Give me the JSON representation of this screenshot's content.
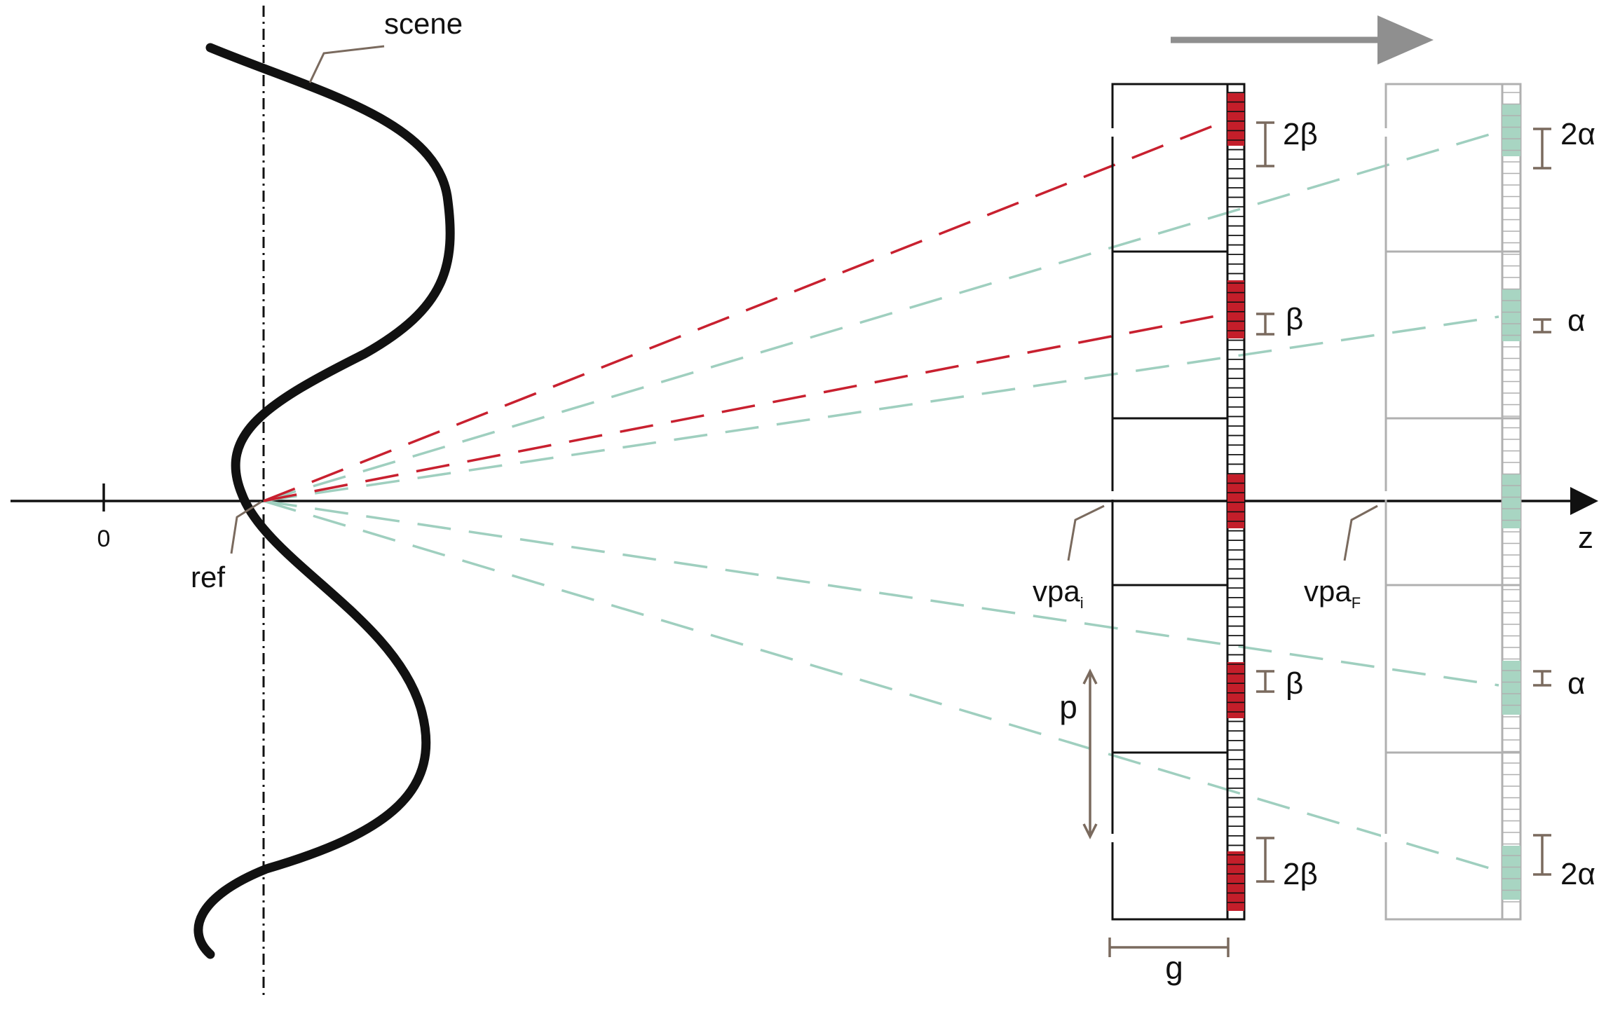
{
  "labels": {
    "scene": "scene",
    "ref": "ref",
    "origin": "0",
    "axis": "z",
    "vpa_initial": "vpa",
    "vpa_initial_sub": "i",
    "vpa_final": "vpa",
    "vpa_final_sub": "F",
    "pitch": "p",
    "gap": "g"
  },
  "angles": {
    "beta_top": "2β",
    "beta_mid": "β",
    "beta_low": "β",
    "beta_bottom": "2β",
    "alpha_top": "2α",
    "alpha_mid": "α",
    "alpha_low": "α",
    "alpha_bottom": "2α"
  },
  "colors": {
    "red_ray": "#c8202f",
    "green_ray": "#9fcfbf",
    "red_pixel": "#c41e2a",
    "green_pixel": "#a8d5c2",
    "bracket": "#7a6a5e",
    "arrow": "#8f8f8f",
    "ghost_panel": "#b0b0b0"
  }
}
